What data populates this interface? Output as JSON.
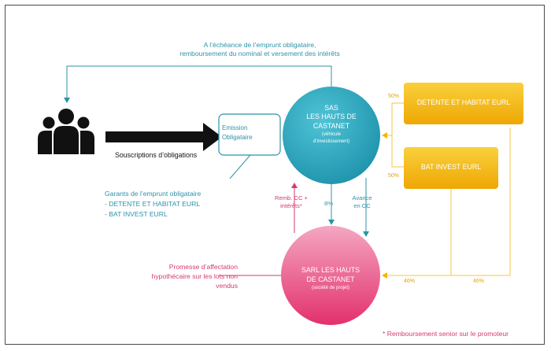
{
  "top_note": {
    "line1": "A l’échéance de l’emprunt obligataire,",
    "line2": "remboursement du nominal et versement des intérêts"
  },
  "investors": {
    "icon": "investors-group-icon"
  },
  "subscription": {
    "label": "Souscriptions d’obligations"
  },
  "emission": {
    "line1": "Emission",
    "line2": "Obligataire"
  },
  "sas": {
    "line1": "SAS",
    "line2": "LES HAUTS DE",
    "line3": "CASTANET",
    "sub1": "(véhicule",
    "sub2": "d’investissement)"
  },
  "sarl": {
    "line1": "SARL LES HAUTS",
    "line2": "DE CASTANET",
    "sub": "(société de projet)"
  },
  "shareholders": [
    {
      "name": "DETENTE ET HABITAT EURL",
      "pct_sas": "50%",
      "pct_sarl": "46%"
    },
    {
      "name": "BAT INVEST EURL",
      "pct_sas": "50%",
      "pct_sarl": "46%"
    }
  ],
  "garants": {
    "title": "Garants de l’emprunt obligataire",
    "item1": "- DETENTE ET HABITAT EURL",
    "item2": "- BAT INVEST EURL"
  },
  "flows": {
    "remb_line1": "Remb. CC +",
    "remb_line2": "intérêts*",
    "avance_line1": "Avance",
    "avance_line2": "en CC",
    "sas_in_sarl_pct": "8%"
  },
  "promesse": {
    "line1": "Promesse d’affectation",
    "line2": "hypothécaire sur les lots non",
    "line3": "vendus"
  },
  "footnote": "* Remboursement senior sur le promoteur",
  "colors": {
    "teal": "#2b93a8",
    "pink": "#d6386f",
    "gold": "#f2b705",
    "gold_line": "#f5c542",
    "dark": "#1a1a1a"
  }
}
